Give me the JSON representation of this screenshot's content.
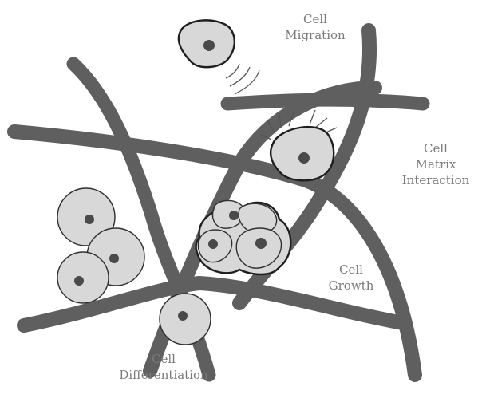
{
  "labels": {
    "migration": [
      "Cell",
      "Migration"
    ],
    "matrix": [
      "Cell",
      "Matrix",
      "Interaction"
    ],
    "growth": [
      "Cell",
      "Growth"
    ],
    "differentiation": [
      "Cell",
      "Differentiation"
    ]
  },
  "colors": {
    "fiber": "#5f5f5f",
    "cell_fill": "#d8d8d8",
    "nucleus": "#4a4a4a",
    "label_text": "#7a7a7a"
  }
}
